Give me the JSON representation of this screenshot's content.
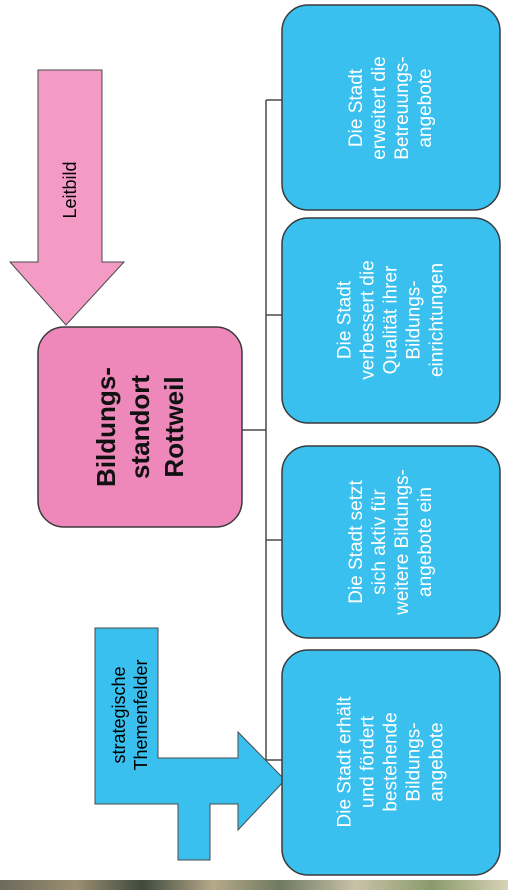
{
  "colors": {
    "cyan": "#39c0ee",
    "pink": "#f39ac5",
    "pink_box": "#ee88bb",
    "outline": "#3a3a3a"
  },
  "leitbild": {
    "label": "Leitbild"
  },
  "strategische": {
    "lines": [
      "strategische",
      "Themenfelder"
    ]
  },
  "center": {
    "lines": [
      "Bildungs-",
      "standort",
      "Rottweil"
    ]
  },
  "boxes": [
    {
      "lines": [
        "Die Stadt",
        "erweitert die",
        "Betreuungs-",
        "angebote"
      ]
    },
    {
      "lines": [
        "Die Stadt",
        "verbessert die",
        "Qualität ihrer",
        "Bildungs-",
        "einrichtungen"
      ]
    },
    {
      "lines": [
        "Die Stadt setzt",
        "sich aktiv für",
        "weitere Bildungs-",
        "angebote ein"
      ]
    },
    {
      "lines": [
        "Die Stadt erhält",
        "und fördert",
        "bestehende",
        "Bildungs-",
        "angebote"
      ]
    }
  ]
}
